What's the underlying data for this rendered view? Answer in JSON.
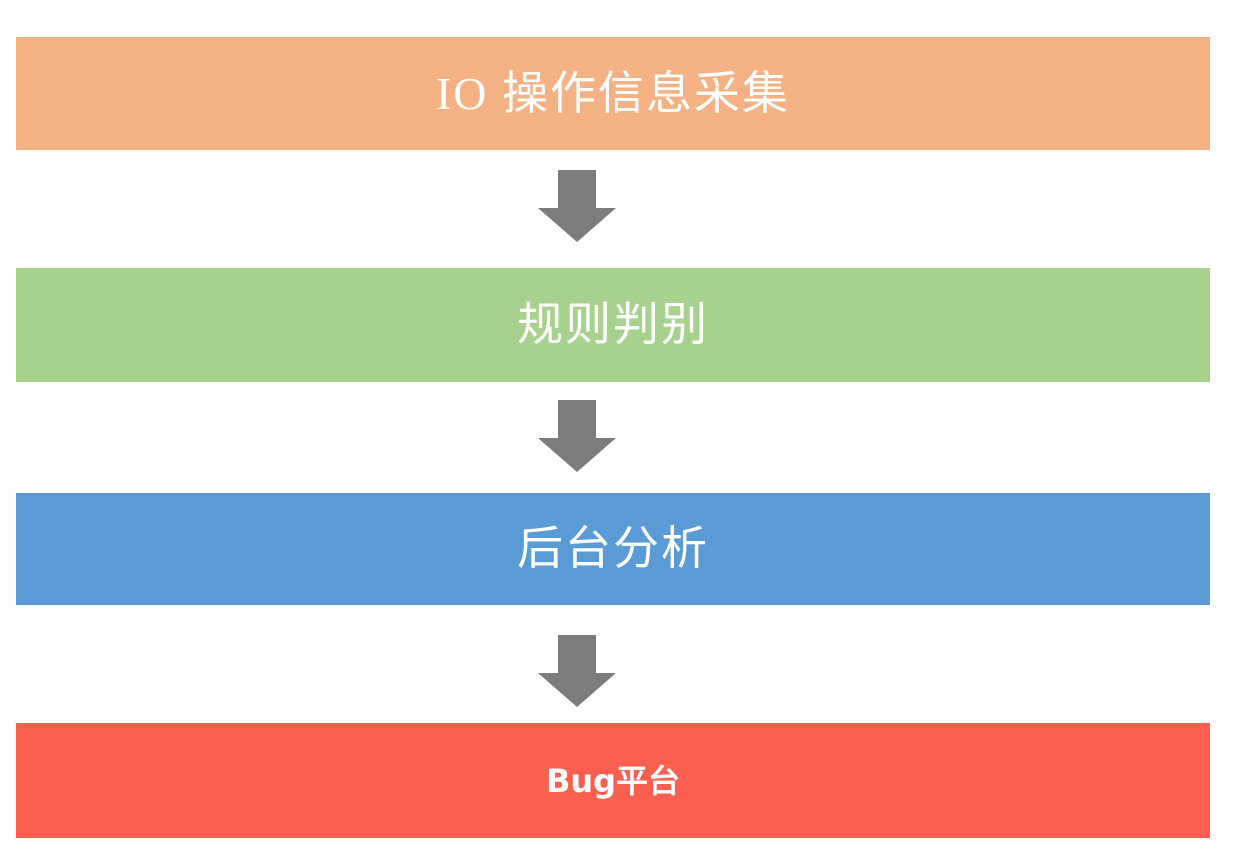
{
  "flow": {
    "type": "vertical-flowchart",
    "background": "#FFFFFF",
    "text_color": "#FFFFFF",
    "arrow_color": "#7C7C7C",
    "arrow_icon": "down-block-arrow",
    "steps": [
      {
        "label": "IO 操作信息采集",
        "color": "#F4B183"
      },
      {
        "label": "规则判别",
        "color": "#A9D18E"
      },
      {
        "label": "后台分析",
        "color": "#5B9BD5"
      },
      {
        "label": "Bug平台",
        "color": "#FB5F4F"
      }
    ]
  }
}
